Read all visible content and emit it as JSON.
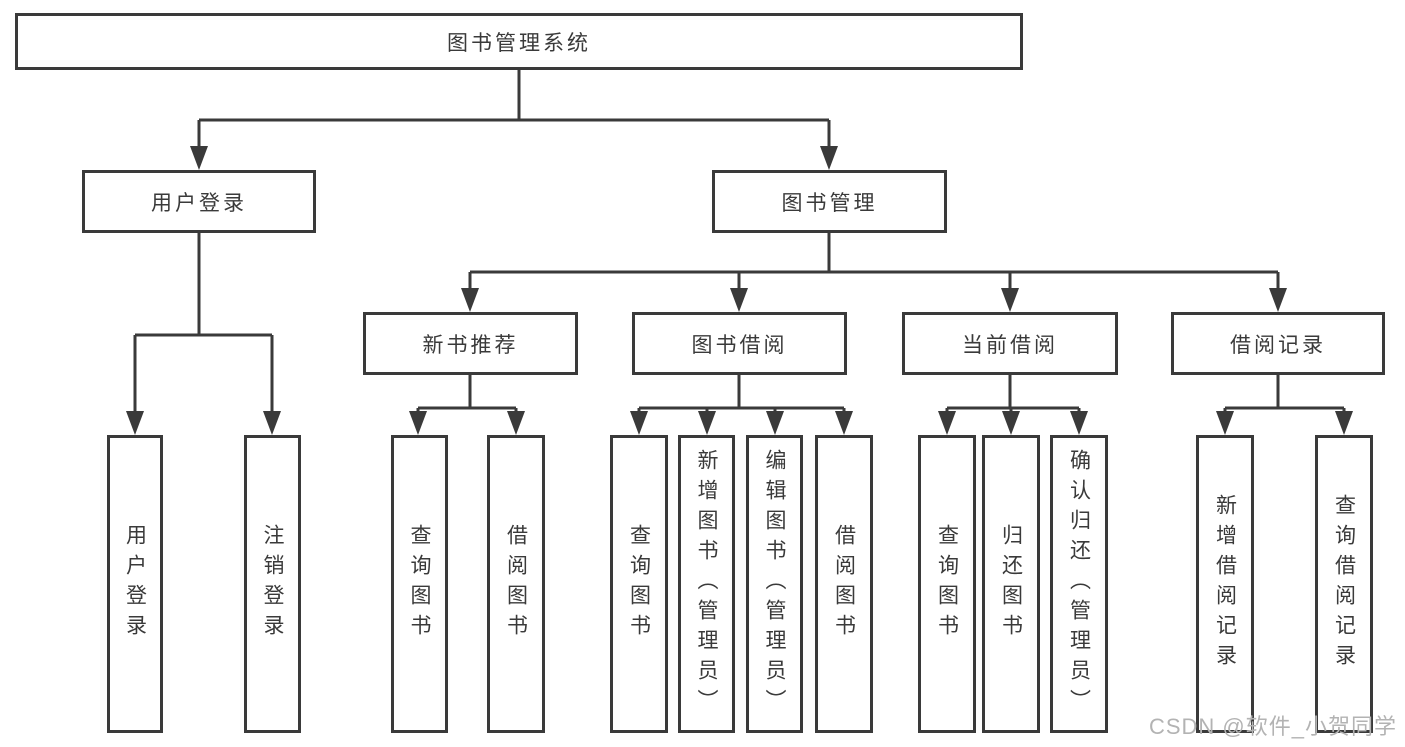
{
  "colors": {
    "line": "#3a3a3a",
    "text": "#3a3a3a",
    "watermark": "#b3b3b3",
    "bg": "#ffffff"
  },
  "tree": {
    "root": {
      "label": "图书管理系统"
    },
    "children": [
      {
        "label": "用户登录",
        "children": [
          {
            "label": "用户登录"
          },
          {
            "label": "注销登录"
          }
        ]
      },
      {
        "label": "图书管理",
        "children": [
          {
            "label": "新书推荐",
            "children": [
              {
                "label": "查询图书"
              },
              {
                "label": "借阅图书"
              }
            ]
          },
          {
            "label": "图书借阅",
            "children": [
              {
                "label": "查询图书"
              },
              {
                "label": "新增图书（管理员）"
              },
              {
                "label": "编辑图书（管理员）"
              },
              {
                "label": "借阅图书"
              }
            ]
          },
          {
            "label": "当前借阅",
            "children": [
              {
                "label": "查询图书"
              },
              {
                "label": "归还图书"
              },
              {
                "label": "确认归还（管理员）"
              }
            ]
          },
          {
            "label": "借阅记录",
            "children": [
              {
                "label": "新增借阅记录"
              },
              {
                "label": "查询借阅记录"
              }
            ]
          }
        ]
      }
    ]
  },
  "watermark": "CSDN @软件_小贺同学"
}
